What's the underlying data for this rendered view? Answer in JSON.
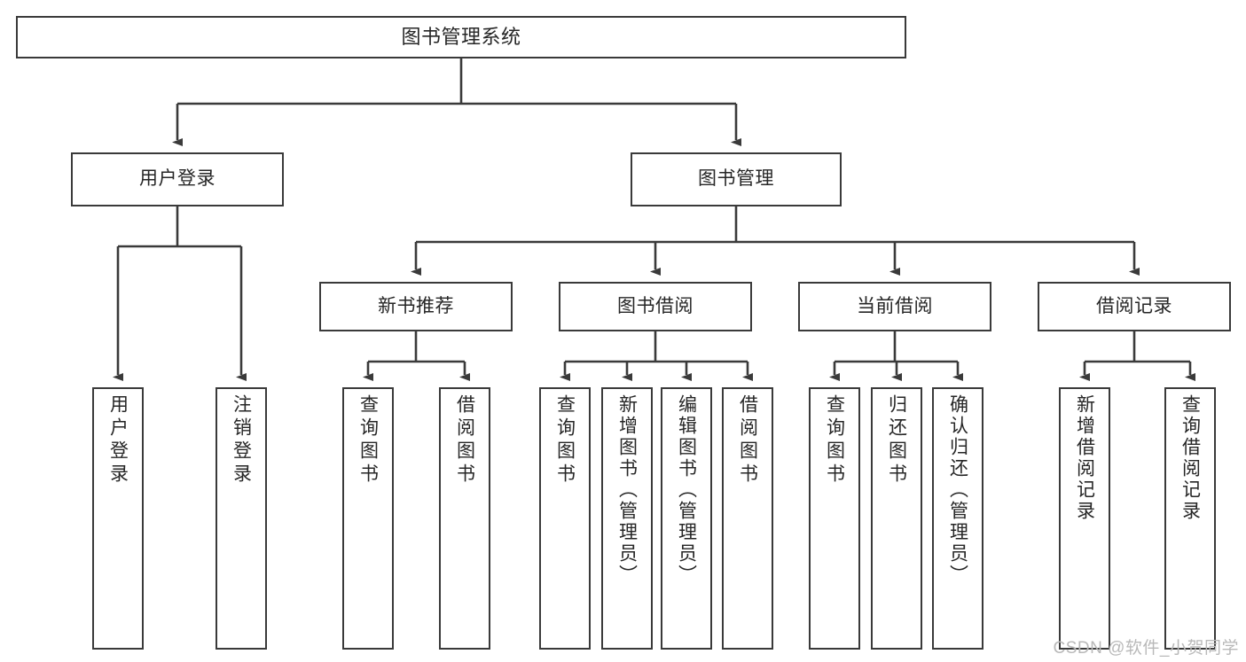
{
  "diagram": {
    "title": "图书管理系统",
    "type": "tree-hierarchy",
    "watermark": "CSDN @软件_小贺同学",
    "colors": {
      "background": "#ffffff",
      "node_border": "#3a3a3a",
      "node_fill": "#ffffff",
      "text": "#262626",
      "edge": "#3a3a3a",
      "watermark": "#b9b9b9"
    },
    "root": {
      "label": "图书管理系统"
    },
    "level2": [
      {
        "label": "用户登录"
      },
      {
        "label": "图书管理"
      }
    ],
    "level3": [
      {
        "label": "新书推荐"
      },
      {
        "label": "图书借阅"
      },
      {
        "label": "当前借阅"
      },
      {
        "label": "借阅记录"
      }
    ],
    "leaves": {
      "user_login": [
        {
          "label": "用户登录"
        },
        {
          "label": "注销登录"
        }
      ],
      "new_book_recommend": [
        {
          "label": "查询图书"
        },
        {
          "label": "借阅图书"
        }
      ],
      "book_borrow": [
        {
          "label": "查询图书"
        },
        {
          "label": "新增图书（管理员）"
        },
        {
          "label": "编辑图书（管理员）"
        },
        {
          "label": "借阅图书"
        }
      ],
      "current_borrow": [
        {
          "label": "查询图书"
        },
        {
          "label": "归还图书"
        },
        {
          "label": "确认归还（管理员）"
        }
      ],
      "borrow_record": [
        {
          "label": "新增借阅记录"
        },
        {
          "label": "查询借阅记录"
        }
      ]
    }
  }
}
